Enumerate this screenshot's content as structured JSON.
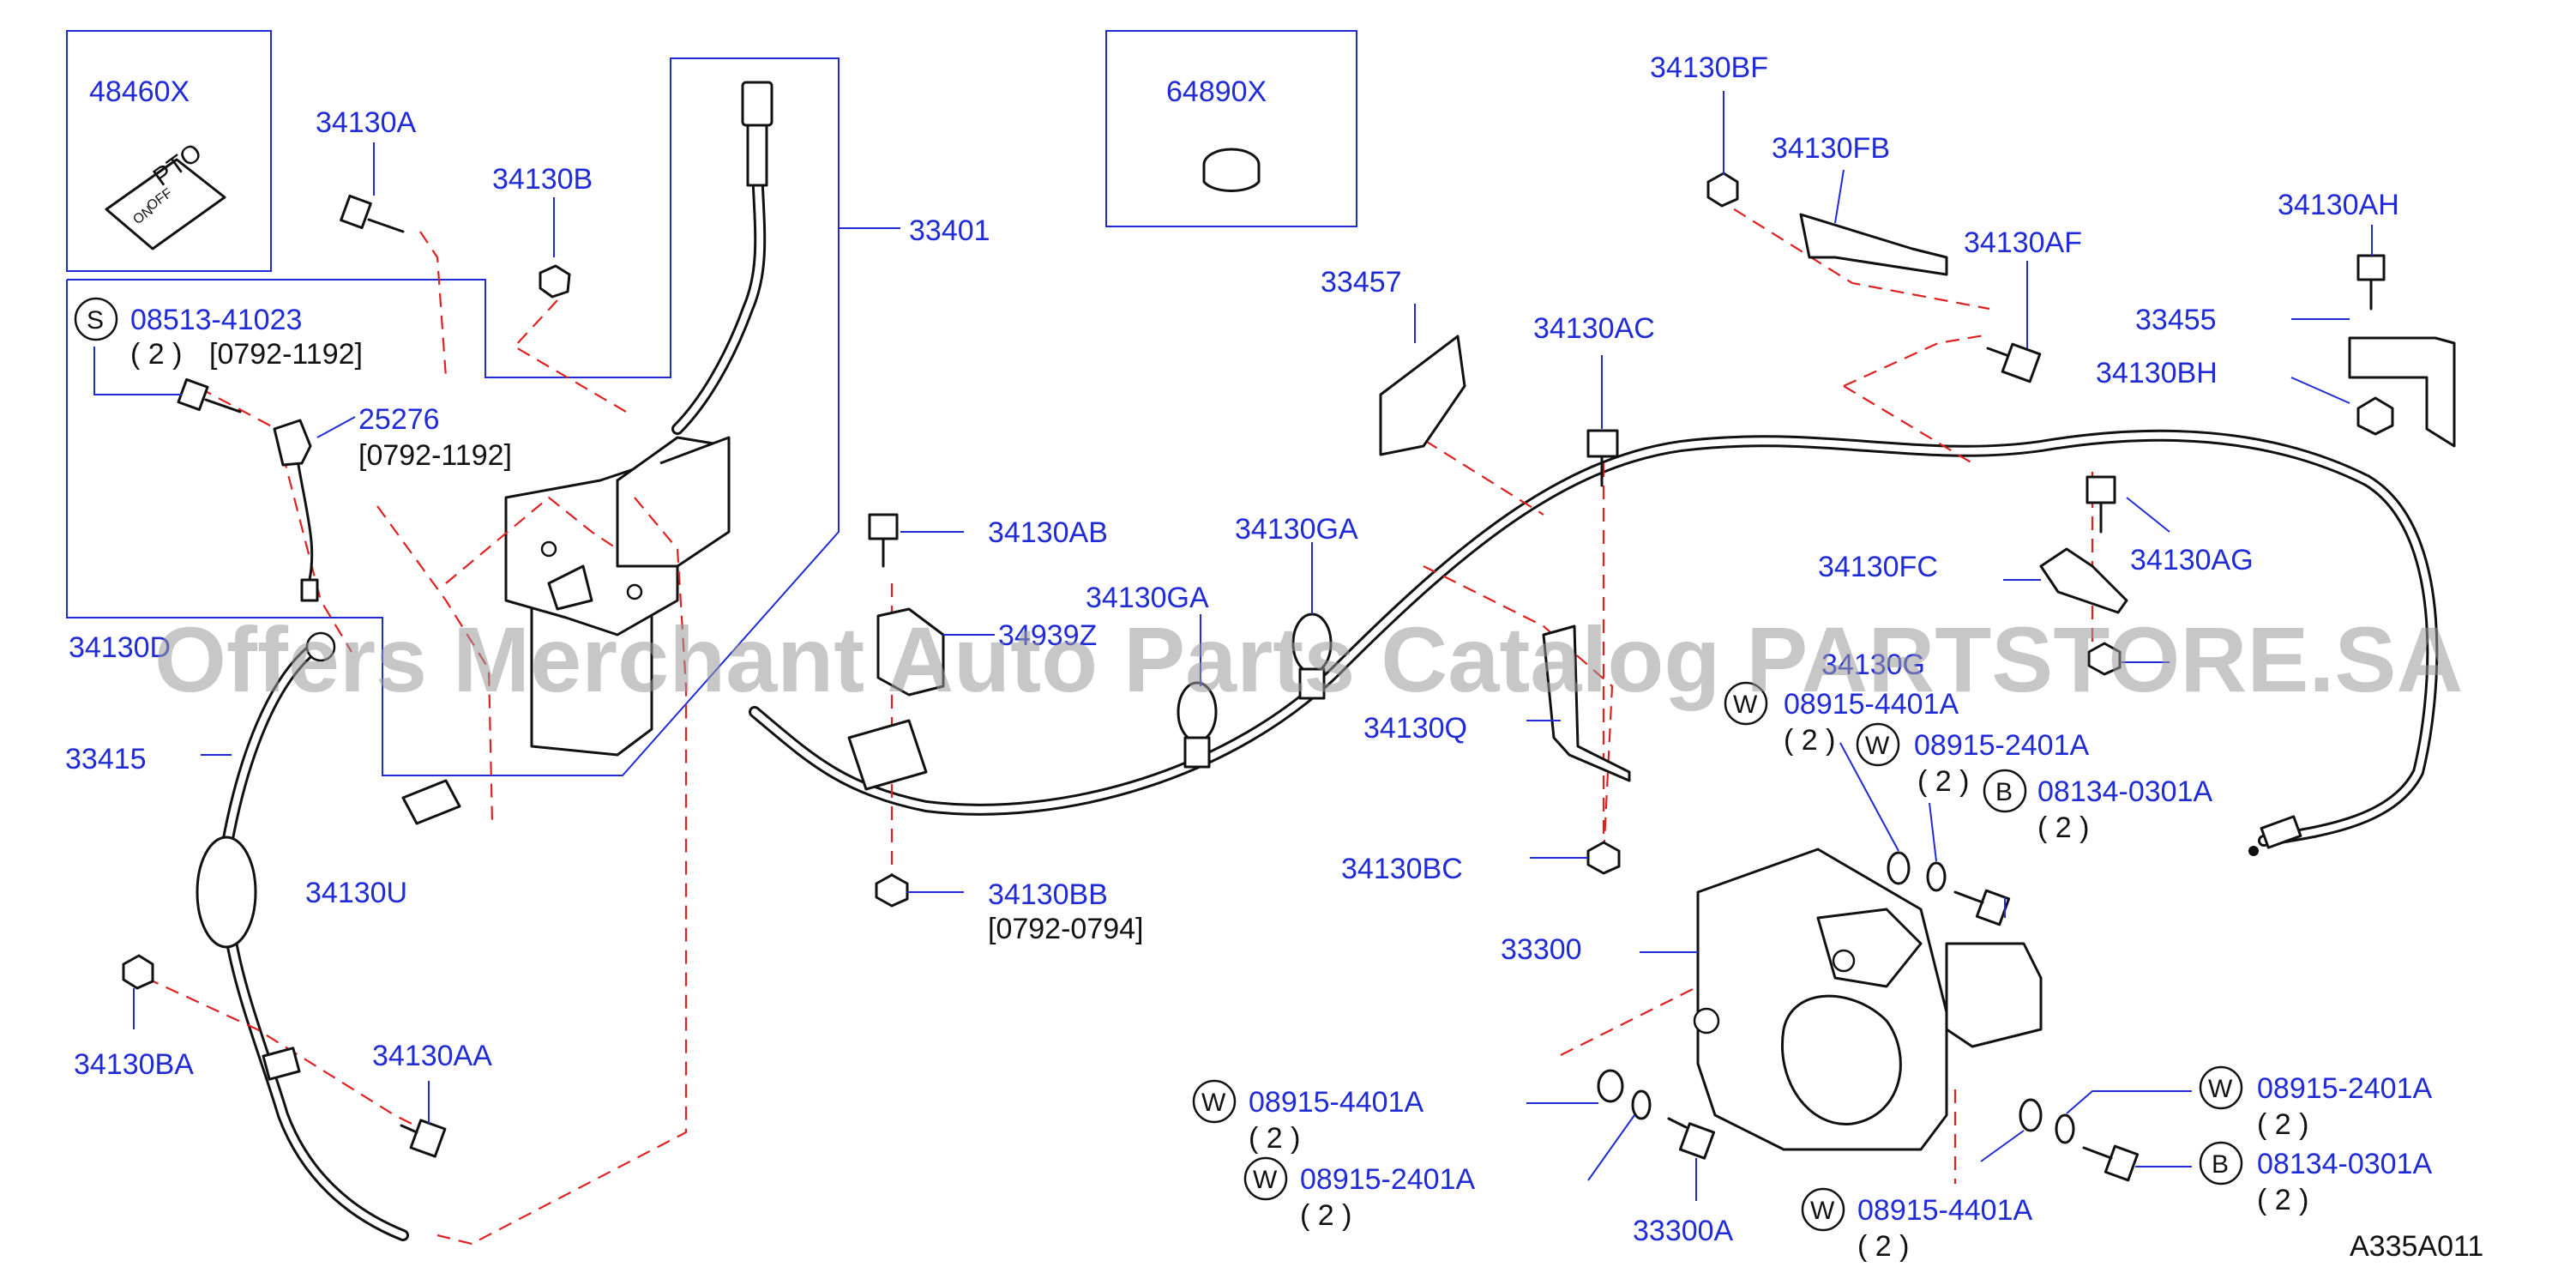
{
  "diagram": {
    "labels": {
      "p48460x": "48460X",
      "p64890x": "64890X",
      "p34130a": "34130A",
      "p34130b": "34130B",
      "p33401": "33401",
      "p08513": "08513-41023",
      "p08513_qty": "( 2 )",
      "p08513_range": "[0792-1192]",
      "p25276": "25276",
      "p25276_range": "[0792-1192]",
      "p34130d": "34130D",
      "p33415": "33415",
      "p34130u": "34130U",
      "p34130ba": "34130BA",
      "p34130aa": "34130AA",
      "p34130ab": "34130AB",
      "p34939z": "34939Z",
      "p34130bb": "34130BB",
      "p34130bb_range": "[0792-0794]",
      "p34130ga_1": "34130GA",
      "p34130ga_2": "34130GA",
      "p33457": "33457",
      "p34130ac": "34130AC",
      "p34130q": "34130Q",
      "p34130bc": "34130BC",
      "p34130bf": "34130BF",
      "p34130fb": "34130FB",
      "p34130af": "34130AF",
      "p34130ah": "34130AH",
      "p33455": "33455",
      "p34130bh": "34130BH",
      "p34130ag": "34130AG",
      "p34130fc": "34130FC",
      "p34130g": "34130G",
      "w08915_4401_a": "08915-4401A",
      "w08915_4401_a_qty": "( 2 )",
      "w08915_2401_a": "08915-2401A",
      "w08915_2401_a_qty": "( 2 )",
      "b08134_a": "08134-0301A",
      "b08134_a_qty": "( 2 )",
      "p33300": "33300",
      "w08915_4401_b": "08915-4401A",
      "w08915_4401_b_qty": "( 2 )",
      "w08915_2401_b": "08915-2401A",
      "w08915_2401_b_qty": "( 2 )",
      "p33300a": "33300A",
      "w08915_4401_c": "08915-4401A",
      "w08915_4401_c_qty": "( 2 )",
      "w08915_2401_c": "08915-2401A",
      "w08915_2401_c_qty": "( 2 )",
      "b08134_b": "08134-0301A",
      "b08134_b_qty": "( 2 )",
      "figure_code": "A335A011"
    },
    "symbols": {
      "screw": "S",
      "washer": "W",
      "bolt": "B"
    },
    "pto_plate": {
      "line1": "PTO",
      "line2": "OFF",
      "line3": "ON"
    },
    "watermark": "Offers Merchant Auto Parts Catalog PARTSTORE.SA",
    "colors": {
      "label": "#1f2bd6",
      "dashed": "#e02020",
      "line_art": "#111111",
      "watermark": "#9a9a9a"
    }
  }
}
